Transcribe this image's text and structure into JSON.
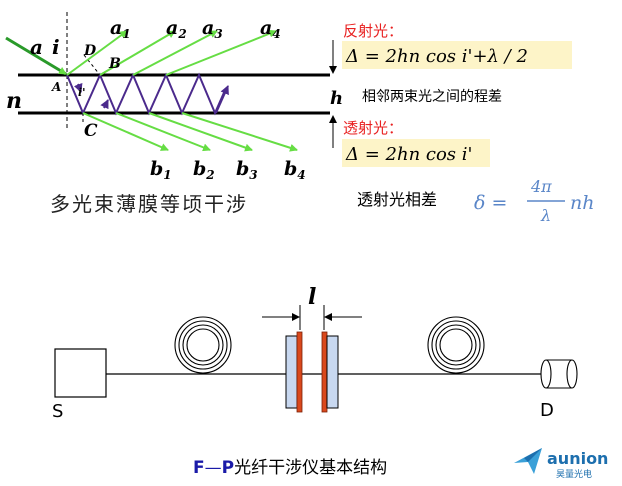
{
  "film": {
    "caption": "多光束薄膜等顷干涉",
    "incident_label": "a",
    "angle_label": "i",
    "angle_inner_label": "i'",
    "index_label": "n",
    "thickness_label": "h",
    "point_a": "A",
    "point_b": "B",
    "point_c": "C",
    "point_d": "D",
    "reflected": [
      "a",
      "a",
      "a",
      "a"
    ],
    "reflected_sub": [
      "1",
      "2",
      "3",
      "4"
    ],
    "transmitted": [
      "b",
      "b",
      "b",
      "b"
    ],
    "transmitted_sub": [
      "1",
      "2",
      "3",
      "4"
    ]
  },
  "formulas": {
    "reflect_title": "反射光：",
    "reflect_eq": "Δ = 2hn cos i'+λ / 2",
    "path_note": "相邻两束光之间的程差",
    "transmit_title": "透射光：",
    "transmit_eq": "Δ = 2hn cos i'",
    "phase_label": "透射光相差",
    "phase_lhs": "δ =",
    "phase_num": "4π",
    "phase_den": "λ",
    "phase_tail": "nh"
  },
  "fp": {
    "gap_label": "l",
    "source_label": "S",
    "detector_label": "D",
    "title_prefix": "F",
    "title_dash": "—",
    "title_p": "P",
    "title_rest": "光纤干涉仪基本结构"
  },
  "logo": {
    "name": "aunion",
    "sub": "昊量光电"
  },
  "colors": {
    "green": "#66dd44",
    "purple": "#4b2a8c",
    "red": "#e82020",
    "blue": "#1a1aa8",
    "plate": "#c8d8f0",
    "mirror": "#d9481c",
    "formula_bg": "#fdf4c8"
  }
}
